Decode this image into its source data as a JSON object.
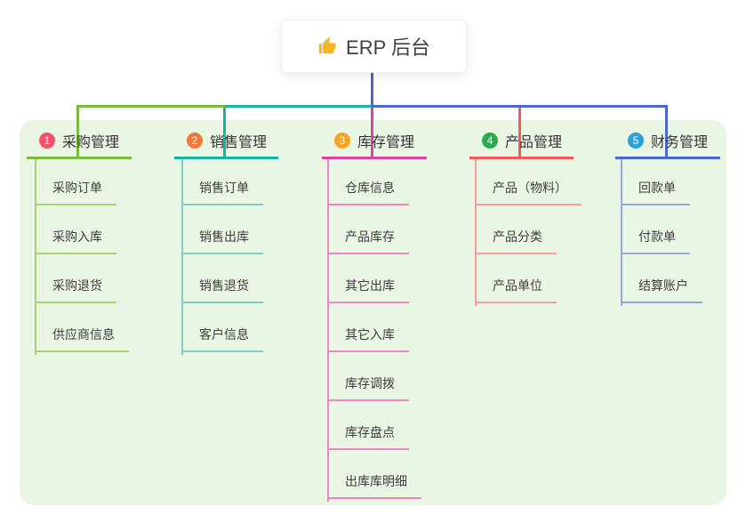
{
  "root": {
    "label": "ERP 后台",
    "icon": "thumbs-up-icon"
  },
  "branches": [
    {
      "num": "1",
      "label": "采购管理",
      "circle_color": "#f4516c",
      "line_color": "#7cb93e",
      "child_line_color": "#a6d273",
      "children": [
        "采购订单",
        "采购入库",
        "采购退货",
        "供应商信息"
      ]
    },
    {
      "num": "2",
      "label": "销售管理",
      "circle_color": "#f2793a",
      "line_color": "#17b3a3",
      "child_line_color": "#7ed0c6",
      "children": [
        "销售订单",
        "销售出库",
        "销售退货",
        "客户信息"
      ]
    },
    {
      "num": "3",
      "label": "库存管理",
      "circle_color": "#f6a51c",
      "line_color": "#de41a2",
      "child_line_color": "#ec86c5",
      "children": [
        "仓库信息",
        "产品库存",
        "其它出库",
        "其它入库",
        "库存调拨",
        "库存盘点",
        "出库库明细"
      ]
    },
    {
      "num": "4",
      "label": "产品管理",
      "circle_color": "#2bab4d",
      "line_color": "#f45a5a",
      "child_line_color": "#f79e9e",
      "children": [
        "产品（物料）",
        "产品分类",
        "产品单位"
      ]
    },
    {
      "num": "5",
      "label": "财务管理",
      "circle_color": "#2d9fdb",
      "line_color": "#4a68d0",
      "child_line_color": "#92a7e2",
      "children": [
        "回款单",
        "付款单",
        "结算账户"
      ]
    }
  ],
  "colors": {
    "page_bg": "#ffffff",
    "panel_bg": "#e9f6e3",
    "root_connector": "#4d66d2",
    "text": "#3b3b3b"
  }
}
